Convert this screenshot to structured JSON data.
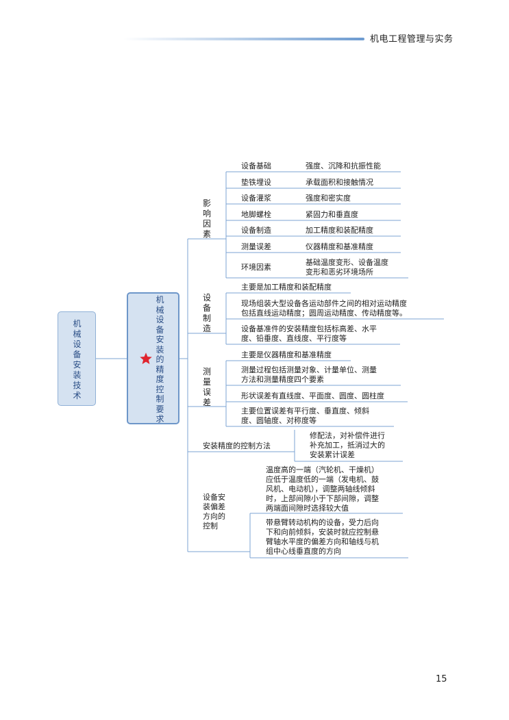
{
  "header": {
    "title": "机电工程管理与实务"
  },
  "page_number": "15",
  "root": {
    "label": "机\n械\n设\n备\n安\n装\n技\n术"
  },
  "main": {
    "label": "机\n械\n设\n备\n安\n装\n的\n精\n度\n控\n制\n要\n求",
    "star_color": "#e0242e"
  },
  "branches": {
    "influence": {
      "label": "影\n响\n因\n素",
      "items": [
        {
          "name": "设备基础",
          "desc": "强度、沉降和抗振性能"
        },
        {
          "name": "垫铁埋设",
          "desc": "承载面积和接触情况"
        },
        {
          "name": "设备灌浆",
          "desc": "强度和密实度"
        },
        {
          "name": "地脚螺栓",
          "desc": "紧固力和垂直度"
        },
        {
          "name": "设备制造",
          "desc": "加工精度和装配精度"
        },
        {
          "name": "测量误差",
          "desc": "仪器精度和基准精度"
        },
        {
          "name": "环境因素",
          "desc": "基础温度变形、设备温度\n变形和恶劣环境场所"
        }
      ]
    },
    "manufacturing": {
      "label": "设\n备\n制\n造",
      "items": [
        "主要是加工精度和装配精度",
        "现场组装大型设备各运动部件之间的相对运动精度\n包括直线运动精度；圆周运动精度、传动精度等。",
        "设备基准件的安装精度包括标高差、水平\n度、铅垂度、直线度、平行度等"
      ]
    },
    "measurement": {
      "label": "测\n量\n误\n差",
      "items": [
        "主要是仪器精度和基准精度",
        "测量过程包括测量对象、计量单位、测量\n方法和测量精度四个要素",
        "形状误差有直线度、平面度、圆度、圆柱度",
        "主要位置误差有平行度、垂直度、倾斜\n度、圆轴度、对称度等"
      ]
    },
    "control": {
      "label": "安装精度的控制方法",
      "desc": "修配法，对补偿件进行\n补充加工，抵消过大的\n安装累计误差"
    },
    "deviation": {
      "label": "设备安\n装偏差\n方向的\n控制",
      "items": [
        "温度高的一端（汽轮机、干燥机）\n应低于温度低的一端（发电机、鼓\n风机、电动机），调整两轴线倾斜\n时，上部间隙小于下部间隙，调整\n两端面间隙时选择较大值",
        "带悬臂转动机构的设备，受力后向\n下和向前倾斜，安装时就应控制悬\n臂轴水平度的偏差方向和轴线与机\n组中心线垂直度的方向"
      ]
    }
  }
}
